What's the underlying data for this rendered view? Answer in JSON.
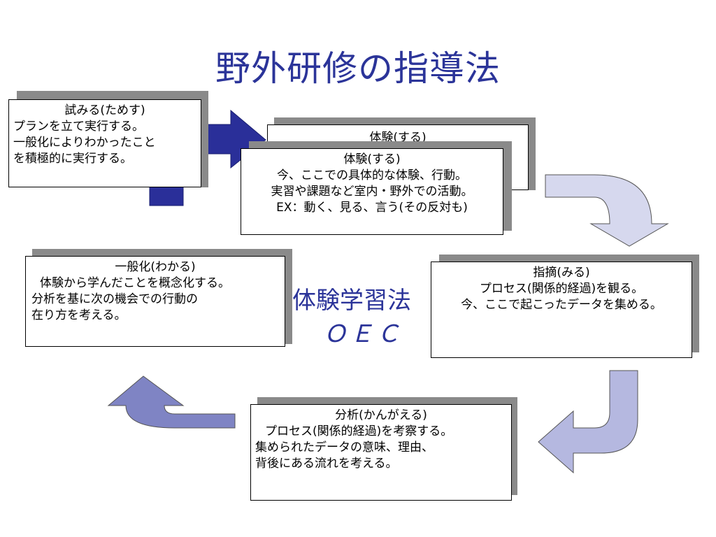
{
  "title": "野外研修の指導法",
  "center": {
    "label": "体験学習法",
    "acronym": "ＯＥＣ"
  },
  "try_box": {
    "heading": "試みる(ためす)",
    "lines": [
      "プランを立て実行する。",
      "一般化によりわかったこと",
      "を積極的に実行する。"
    ]
  },
  "experience_back": {
    "heading": "体験(する)"
  },
  "experience_box": {
    "heading": "体験(する)",
    "lines": [
      "今、ここでの具体的な体験、行動。",
      "実習や課題など室内・野外での活動。",
      "EX：動く、見る、言う(その反対も)"
    ]
  },
  "observe_box": {
    "heading": "指摘(みる)",
    "lines": [
      "プロセス(関係的経過)を観る。",
      "今、ここで起こったデータを集める。"
    ]
  },
  "analyze_box": {
    "heading": "分析(かんがえる)",
    "lines": [
      "プロセス(関係的経過)を考察する。",
      "集められたデータの意味、理由、",
      "背後にある流れを考える。"
    ]
  },
  "generalize_box": {
    "heading": "一般化(わかる)",
    "lines": [
      "体験から学んだことを概念化する。",
      "分析を基に次の機会での行動の",
      "在り方を考える。"
    ]
  },
  "colors": {
    "title": "#2b3499",
    "arrow_dark": "#2a2f99",
    "arrow_light": "#d6d8ee",
    "arrow_mid": "#b5b8e0",
    "arrow_deep": "#7f84c4",
    "shadow": "#8a8a8a"
  }
}
